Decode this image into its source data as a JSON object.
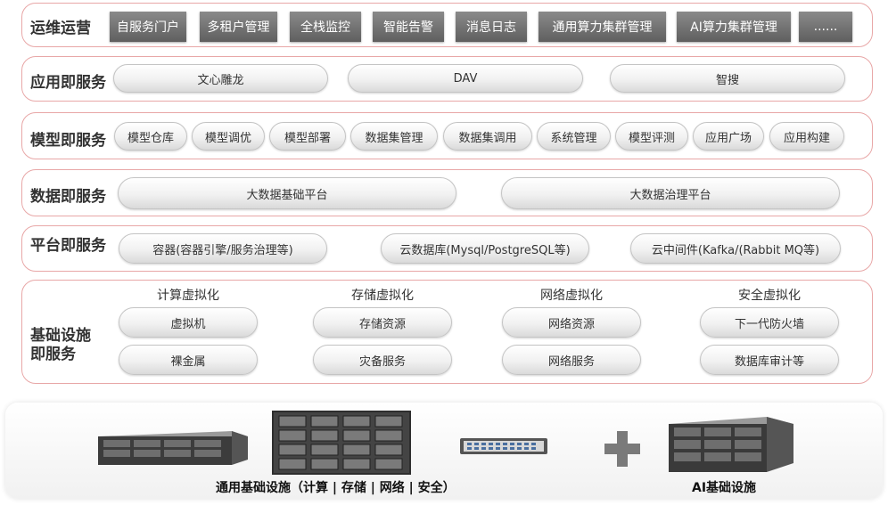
{
  "rows": {
    "ops": {
      "label": "运维运营",
      "items": [
        "自服务门户",
        "多租户管理",
        "全栈监控",
        "智能告警",
        "消息日志",
        "通用算力集群管理",
        "AI算力集群管理",
        "......"
      ]
    },
    "app": {
      "label": "应用即服务",
      "items": [
        "文心雕龙",
        "DAV",
        "智搜"
      ]
    },
    "model": {
      "label": "模型即服务",
      "items": [
        "模型仓库",
        "模型调优",
        "模型部署",
        "数据集管理",
        "数据集调用",
        "系统管理",
        "模型评测",
        "应用广场",
        "应用构建"
      ]
    },
    "data": {
      "label": "数据即服务",
      "items": [
        "大数据基础平台",
        "大数据治理平台"
      ]
    },
    "platform": {
      "label": "平台即服务",
      "items": [
        "容器(容器引擎/服务治理等)",
        "云数据库(Mysql/PostgreSQL等)",
        "云中间件(Kafka/(Rabbit MQ等)"
      ]
    },
    "infra": {
      "label_line1": "基础设施",
      "label_line2": "即服务",
      "groups": [
        {
          "title": "计算虚拟化",
          "items": [
            "虚拟机",
            "裸金属"
          ]
        },
        {
          "title": "存储虚拟化",
          "items": [
            "存储资源",
            "灾备服务"
          ]
        },
        {
          "title": "网络虚拟化",
          "items": [
            "网络资源",
            "网络服务"
          ]
        },
        {
          "title": "安全虚拟化",
          "items": [
            "下一代防火墙",
            "数据库审计等"
          ]
        }
      ]
    }
  },
  "hardware": {
    "general_caption": "通用基础设施（计算 | 存储 | 网络 | 安全）",
    "ai_caption": "AI基础设施"
  }
}
